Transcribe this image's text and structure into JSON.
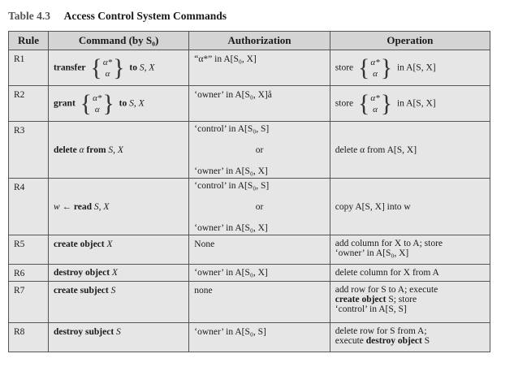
{
  "caption": {
    "number": "Table 4.3",
    "title": "Access Control System Commands"
  },
  "headers": [
    "Rule",
    "Command (by S₀)",
    "Authorization",
    "Operation"
  ],
  "rows": [
    {
      "rule": "R1",
      "cmd_bold": "transfer",
      "brace_top": "α*",
      "brace_bot": "α",
      "cmd_suffix_bold": "to",
      "cmd_suffix": "S, X",
      "auth": "“α*” in A[S₀, X]",
      "op_prefix": "store",
      "op_brace_top": "α*",
      "op_brace_bot": "α",
      "op_suffix": "in A[S, X]"
    },
    {
      "rule": "R2",
      "cmd_bold": "grant",
      "brace_top": "α*",
      "brace_bot": "α",
      "cmd_suffix_bold": "to",
      "cmd_suffix": "S, X",
      "auth": "‘owner’ in A[S₀, X]å",
      "op_prefix": "store",
      "op_brace_top": "α*",
      "op_brace_bot": "α",
      "op_suffix": "in A[S, X]"
    },
    {
      "rule": "R3",
      "cmd_bold": "delete",
      "cmd_mid": "α",
      "cmd_bold2": "from",
      "cmd_suffix": "S, X",
      "auth_top": "‘control’ in A[S₀, S]",
      "auth_or": "or",
      "auth_bot": "‘owner’ in A[S₀, X]",
      "op": "delete α from A[S, X]"
    },
    {
      "rule": "R4",
      "cmd_pre": "w ←",
      "cmd_bold": "read",
      "cmd_suffix": "S, X",
      "auth_top": "‘control’ in A[S₀, S]",
      "auth_or": "or",
      "auth_bot": "‘owner’ in A[S₀, X]",
      "op": "copy A[S, X] into w"
    },
    {
      "rule": "R5",
      "cmd_bold": "create object",
      "cmd_suffix": "X",
      "auth": "None",
      "op_line1": "add column for X to A; store",
      "op_line2": "‘owner’ in A[S₀, X]"
    },
    {
      "rule": "R6",
      "cmd_bold": "destroy object",
      "cmd_suffix": "X",
      "auth": "‘owner’ in A[S₀, X]",
      "op": "delete column for X from A"
    },
    {
      "rule": "R7",
      "cmd_bold": "create subject",
      "cmd_suffix": "S",
      "auth": "none",
      "op_line1": "add row for S to A; execute",
      "op_line2_bold": "create object",
      "op_line2_rest": "S; store",
      "op_line3": "‘control’ in A[S, S]"
    },
    {
      "rule": "R8",
      "cmd_bold": "destroy subject",
      "cmd_suffix": "S",
      "auth": "‘owner’ in A[S₀, S]",
      "op_line1": "delete row for S from A;",
      "op_line2_pre": "execute",
      "op_line2_bold": "destroy object",
      "op_line2_rest": "S"
    }
  ]
}
